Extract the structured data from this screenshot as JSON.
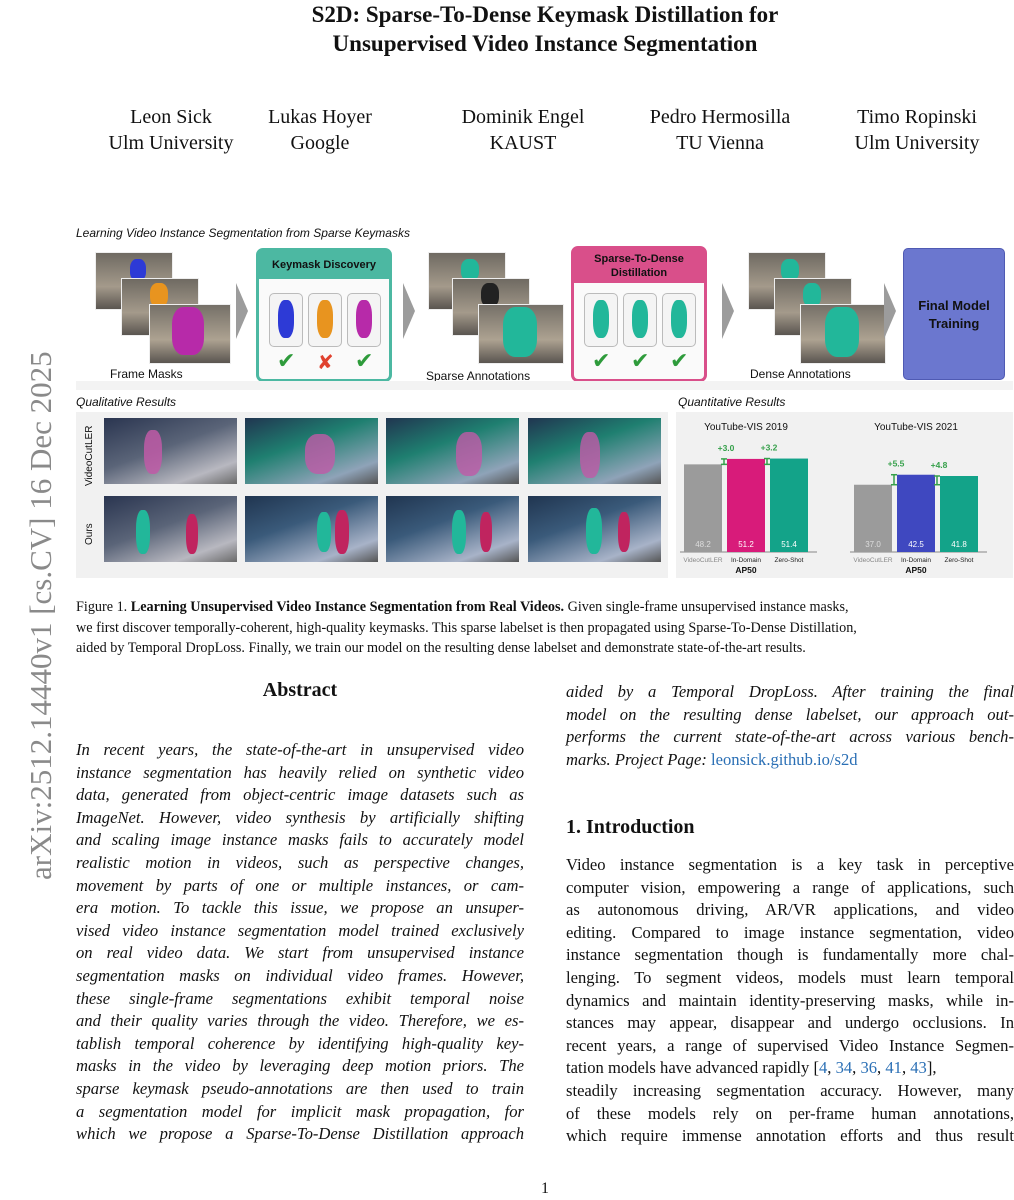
{
  "paper": {
    "title_line1": "S2D: Sparse-To-Dense Keymask Distillation for",
    "title_line2": "Unsupervised Video Instance Segmentation",
    "authors": [
      {
        "name": "Leon Sick",
        "affil": "Ulm University"
      },
      {
        "name": "Lukas Hoyer",
        "affil": "Google"
      },
      {
        "name": "Dominik Engel",
        "affil": "KAUST"
      },
      {
        "name": "Pedro Hermosilla",
        "affil": "TU Vienna"
      },
      {
        "name": "Timo Ropinski",
        "affil": "Ulm University"
      }
    ],
    "arxiv_id": "arXiv:2512.14440v1  [cs.CV]  16 Dec 2025",
    "page_number": "1"
  },
  "figure": {
    "top_heading": "Learning Video Instance Segmentation from Sparse Keymasks",
    "frame_masks_label": "Frame Masks",
    "keymask_title": "Keymask Discovery",
    "sparse_annotations_label": "Sparse Annotations",
    "s2d_title": "Sparse-To-Dense Distillation",
    "dense_annotations_label": "Dense Annotations",
    "final_training": "Final Model Training",
    "qual_heading": "Qualitative Results",
    "row_labels": [
      "VideoCutLER",
      "Ours"
    ],
    "quant_heading": "Quantitative Results",
    "colors": {
      "gray": "#9b9b9b",
      "magenta": "#d81b7a",
      "teal": "#13a389",
      "blue": "#3f48c0",
      "green_delta": "#35a04a",
      "final_box": "#6b77cf",
      "keymask_border": "#4cb8a2",
      "s2d_border": "#d94f8a"
    }
  },
  "chart_data": [
    {
      "type": "bar",
      "title": "YouTube-VIS 2019",
      "categories": [
        "VideoCutLER",
        "In-Domain",
        "Zero-Shot"
      ],
      "values": [
        48.2,
        51.2,
        51.4
      ],
      "labels": [
        "48.2",
        "51.2",
        "51.4"
      ],
      "deltas": [
        "+3.0",
        "+3.2"
      ],
      "xlabel": "AP50",
      "ylim": [
        0,
        55
      ]
    },
    {
      "type": "bar",
      "title": "YouTube-VIS 2021",
      "categories": [
        "VideoCutLER",
        "In-Domain",
        "Zero-Shot"
      ],
      "values": [
        37.0,
        42.5,
        41.8
      ],
      "labels": [
        "37.0",
        "42.5",
        "41.8"
      ],
      "deltas": [
        "+5.5",
        "+4.8"
      ],
      "xlabel": "AP50",
      "ylim": [
        0,
        55
      ]
    }
  ],
  "caption": {
    "prefix": "Figure 1.",
    "bold": "Learning Unsupervised Video Instance Segmentation from Real Videos.",
    "line1_rest": "Given single-frame unsupervised instance masks,",
    "line2": "we first discover temporally-coherent, high-quality keymasks. This sparse labelset is then propagated using Sparse-To-Dense Distillation,",
    "line3": "aided by Temporal DropLoss. Finally, we train our model on the resulting dense labelset and demonstrate state-of-the-art results."
  },
  "abstract": {
    "heading": "Abstract",
    "lines": [
      "In recent years, the state-of-the-art in unsupervised video",
      "instance segmentation has heavily relied on synthetic video",
      "data, generated from object-centric image datasets such as",
      "ImageNet. However, video synthesis by artificially shifting",
      "and scaling image instance masks fails to accurately model",
      "realistic motion in videos, such as perspective changes,",
      "movement by parts of one or multiple instances, or cam-",
      "era motion. To tackle this issue, we propose an unsuper-",
      "vised video instance segmentation model trained exclusively",
      "on real video data. We start from unsupervised instance",
      "segmentation masks on individual video frames. However,",
      "these single-frame segmentations exhibit temporal noise",
      "and their quality varies through the video. Therefore, we es-",
      "tablish temporal coherence by identifying high-quality key-",
      "masks in the video by leveraging deep motion priors. The",
      "sparse keymask pseudo-annotations are then used to train",
      "a segmentation model for implicit mask propagation, for",
      "which we propose a Sparse-To-Dense Distillation approach"
    ],
    "cont_lines": [
      "aided by a Temporal DropLoss. After training the final",
      "model on the resulting dense labelset, our approach out-",
      "performs the current state-of-the-art across various bench-"
    ],
    "last_line_prefix": "marks. Project Page: ",
    "project_link": "leonsick.github.io/s2d"
  },
  "intro": {
    "heading": "1. Introduction",
    "lines": [
      "Video instance segmentation is a key task in perceptive",
      "computer vision, empowering a range of applications, such",
      "as autonomous driving, AR/VR applications, and video",
      "editing. Compared to image instance segmentation, video",
      "instance segmentation though is fundamentally more chal-",
      "lenging. To segment videos, models must learn temporal",
      "dynamics and maintain identity-preserving masks, while in-",
      "stances may appear, disappear and undergo occlusions. In",
      "recent years, a range of supervised Video Instance Segmen-"
    ],
    "cite_prefix": "tation models have advanced rapidly [",
    "cites": [
      "4",
      "34",
      "36",
      "41",
      "43"
    ],
    "cite_suffix": "],",
    "tail_lines": [
      "steadily increasing segmentation accuracy. However, many",
      "of these models rely on per-frame human annotations,",
      "which require immense annotation efforts and thus result"
    ]
  }
}
